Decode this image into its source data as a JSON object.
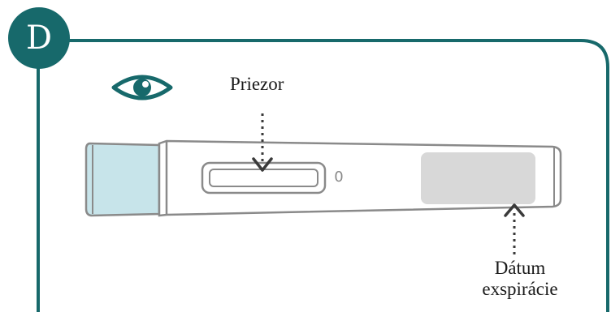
{
  "step": {
    "letter": "D"
  },
  "labels": {
    "window": "Priezor",
    "expiry_line1": "Dátum",
    "expiry_line2": "exspirácie"
  },
  "pen": {
    "counter_value": "0"
  },
  "icons": {
    "observe": "eye-icon"
  },
  "colors": {
    "accent": "#17696b",
    "pen_cap": "#c7e4ea",
    "expiry_box": "#d8d8d8",
    "outline": "#8a8a8a"
  }
}
